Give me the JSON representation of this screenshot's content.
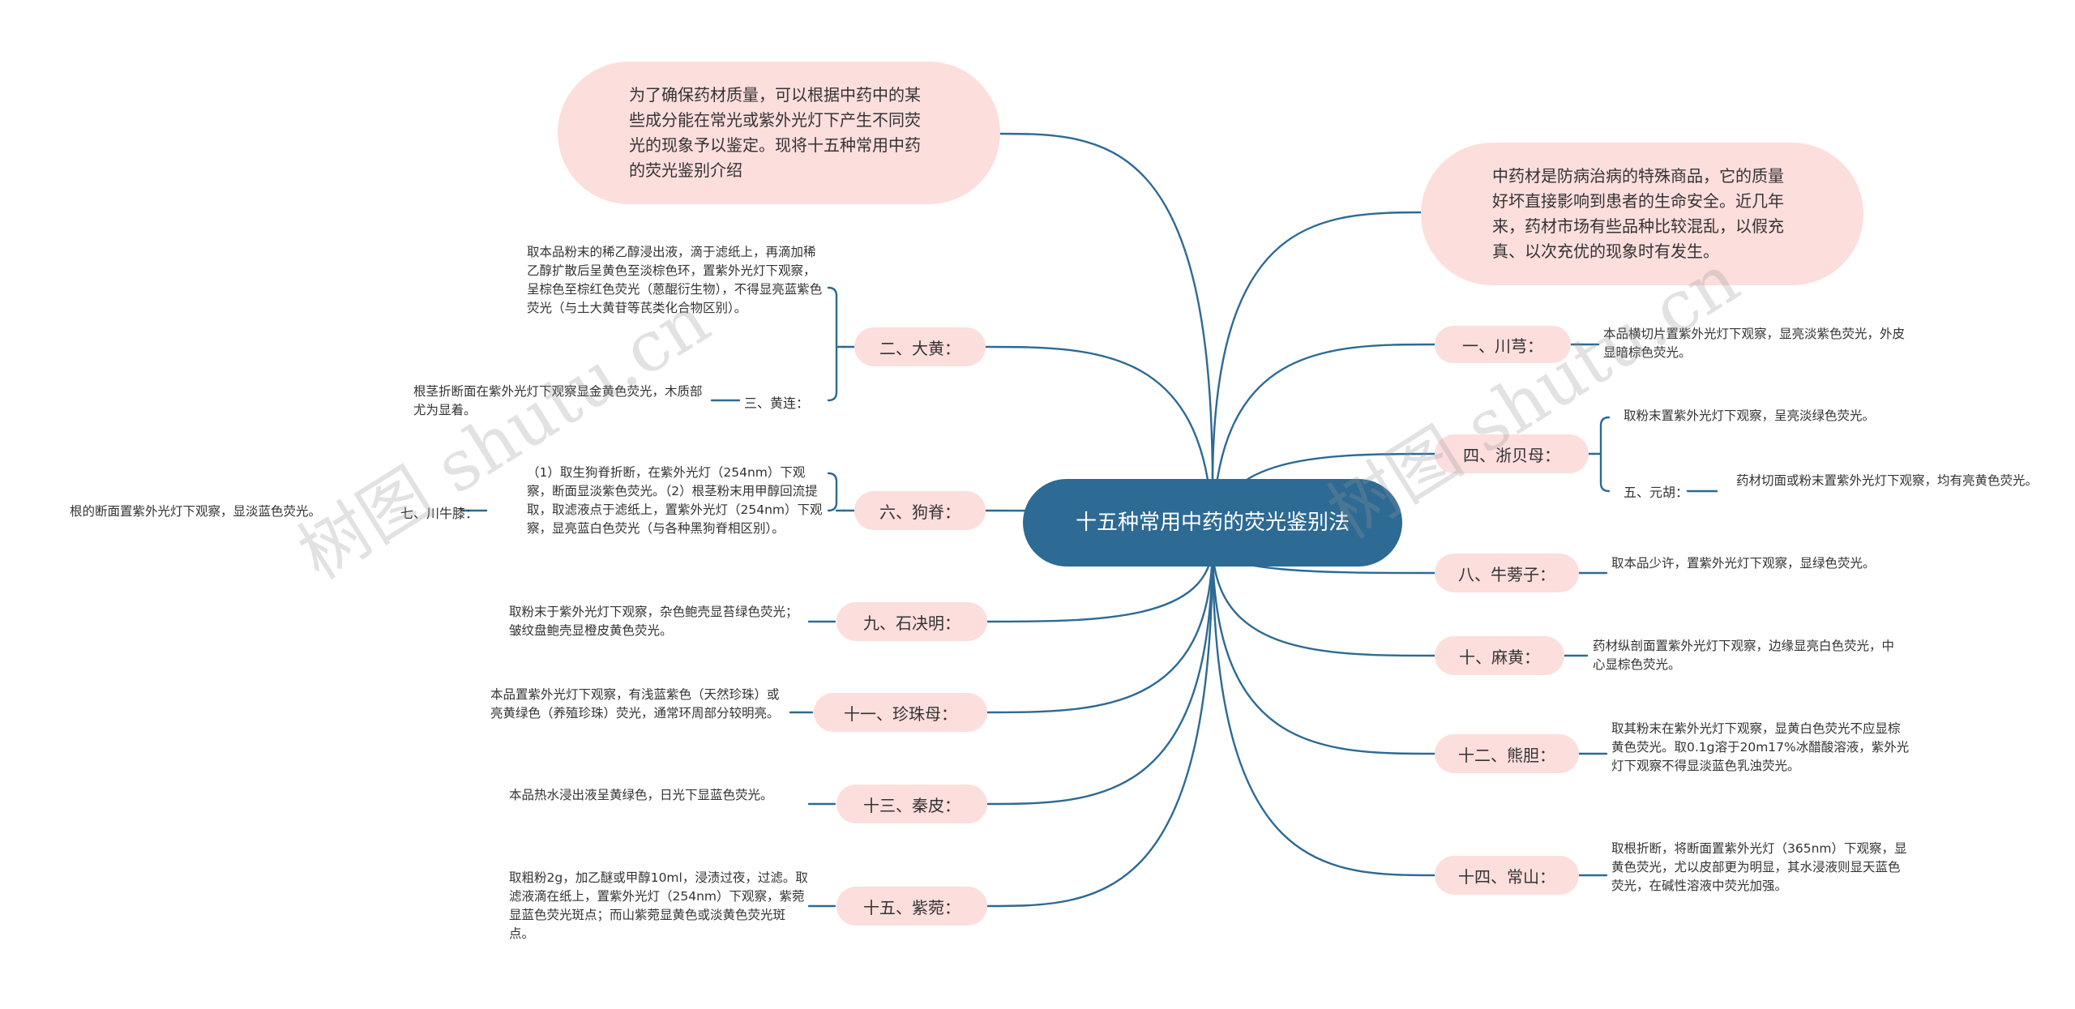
{
  "root": "十五种常用中药的荧光鉴别法",
  "intro_left": "为了确保药材质量，可以根据中药中的某些成分能在常光或紫外光灯下产生不同荧光的现象予以鉴定。现将十五种常用中药的荧光鉴别介绍",
  "intro_right": "中药材是防病治病的特殊商品，它的质量好坏直接影响到患者的生命安全。近几年来，药材市场有些品种比较混乱，以假充真、以次充优的现象时有发生。",
  "branches_right": [
    {
      "label": "一、川芎：",
      "text": "本品横切片置紫外光灯下观察，显亮淡紫色荧光，外皮显暗棕色荧光。"
    },
    {
      "label": "四、浙贝母：",
      "text": "取粉末置紫外光灯下观察，呈亮淡绿色荧光。",
      "sub_label": "五、元胡：",
      "sub_text": "药材切面或粉末置紫外光灯下观察，均有亮黄色荧光。"
    },
    {
      "label": "八、牛蒡子：",
      "text": "取本品少许，置紫外光灯下观察，显绿色荧光。"
    },
    {
      "label": "十、麻黄：",
      "text": "药材纵剖面置紫外光灯下观察，边缘显亮白色荧光，中心显棕色荧光。"
    },
    {
      "label": "十二、熊胆：",
      "text": "取其粉末在紫外光灯下观察，显黄白色荧光不应显棕黄色荧光。取0.1g溶于20m17%冰醋酸溶液，紫外光灯下观察不得显淡蓝色乳浊荧光。"
    },
    {
      "label": "十四、常山：",
      "text": "取根折断，将断面置紫外光灯（365nm）下观察，显黄色荧光，尤以皮部更为明显，其水浸液则显天蓝色荧光，在碱性溶液中荧光加强。"
    }
  ],
  "branches_left": [
    {
      "label": "二、大黄：",
      "text": "取本品粉末的稀乙醇浸出液，滴于滤纸上，再滴加稀乙醇扩散后呈黄色至淡棕色环，置紫外光灯下观察，呈棕色至棕红色荧光（蒽醌衍生物），不得显亮蓝紫色荧光（与土大黄苷等芪类化合物区别）。",
      "sub_label": "三、黄连：",
      "sub_text": "根茎折断面在紫外光灯下观察显金黄色荧光，木质部尤为显着。"
    },
    {
      "label": "六、狗脊：",
      "text": "（1）取生狗脊折断，在紫外光灯（254nm）下观察，断面显淡紫色荧光。（2）根茎粉末用甲醇回流提取，取滤液点于滤纸上，置紫外光灯（254nm）下观察，显亮蓝白色荧光（与各种黑狗脊相区别）。",
      "sub_label": "七、川牛膝：",
      "sub_text": "根的断面置紫外光灯下观察，显淡蓝色荧光。"
    },
    {
      "label": "九、石决明：",
      "text": "取粉末于紫外光灯下观察，杂色鲍壳显苔绿色荧光；皱纹盘鲍壳显橙皮黄色荧光。"
    },
    {
      "label": "十一、珍珠母：",
      "text": "本品置紫外光灯下观察，有浅蓝紫色（天然珍珠）或亮黄绿色（养殖珍珠）荧光，通常环周部分较明亮。"
    },
    {
      "label": "十三、秦皮：",
      "text": "本品热水浸出液呈黄绿色，日光下显蓝色荧光。"
    },
    {
      "label": "十五、紫菀：",
      "text": "取粗粉2g，加乙醚或甲醇10ml，浸渍过夜，过滤。取滤液滴在纸上，置紫外光灯（254nm）下观察，紫菀显蓝色荧光斑点；而山紫菀显黄色或淡黄色荧光斑点。"
    }
  ],
  "watermark": "树图 shutu.cn",
  "colors": {
    "root_bg": "#2d6a94",
    "node_bg": "#fcdedd",
    "line": "#2d6a94",
    "text": "#333333"
  }
}
